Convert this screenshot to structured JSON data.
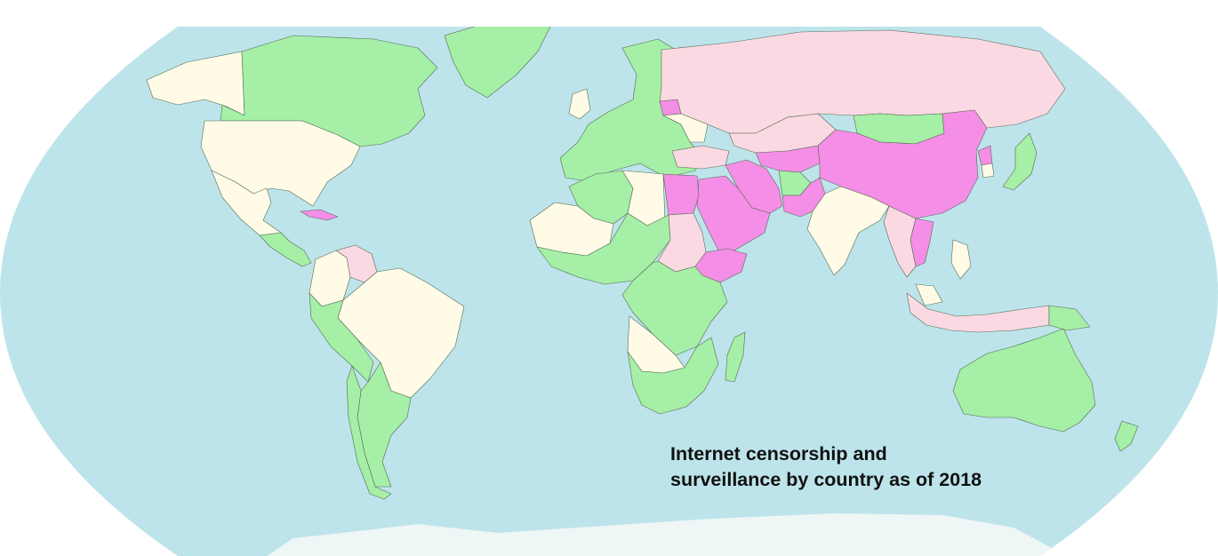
{
  "map": {
    "title_line1": "Internet censorship and",
    "title_line2": "surveillance by country as of 2018",
    "projection": "Robinson",
    "colors": {
      "ocean": "#bde4ea",
      "antarctica": "#eef6f6",
      "border": "#556b55",
      "not_classified": "#fffbe6",
      "pervasive": "#f58ee6",
      "substantial": "#fbd9e3",
      "selective": "#fffbe6",
      "little_or_none": "#a5efa6"
    },
    "regions": [
      {
        "name": "canada",
        "category": "little_or_none"
      },
      {
        "name": "alaska",
        "category": "selective"
      },
      {
        "name": "usa",
        "category": "selective"
      },
      {
        "name": "greenland",
        "category": "little_or_none"
      },
      {
        "name": "mexico",
        "category": "selective"
      },
      {
        "name": "central-america",
        "category": "little_or_none"
      },
      {
        "name": "cuba",
        "category": "pervasive"
      },
      {
        "name": "venezuela",
        "category": "substantial"
      },
      {
        "name": "colombia",
        "category": "selective"
      },
      {
        "name": "brazil",
        "category": "selective"
      },
      {
        "name": "peru",
        "category": "little_or_none"
      },
      {
        "name": "argentina",
        "category": "little_or_none"
      },
      {
        "name": "chile",
        "category": "little_or_none"
      },
      {
        "name": "europe",
        "category": "little_or_none"
      },
      {
        "name": "uk-ireland",
        "category": "selective"
      },
      {
        "name": "russia",
        "category": "substantial"
      },
      {
        "name": "belarus",
        "category": "pervasive"
      },
      {
        "name": "ukraine",
        "category": "selective"
      },
      {
        "name": "turkey",
        "category": "substantial"
      },
      {
        "name": "kazakhstan",
        "category": "substantial"
      },
      {
        "name": "central-asia",
        "category": "pervasive"
      },
      {
        "name": "mongolia",
        "category": "little_or_none"
      },
      {
        "name": "china",
        "category": "pervasive"
      },
      {
        "name": "north-korea",
        "category": "pervasive"
      },
      {
        "name": "south-korea",
        "category": "selective"
      },
      {
        "name": "japan",
        "category": "little_or_none"
      },
      {
        "name": "iran",
        "category": "pervasive"
      },
      {
        "name": "afghanistan",
        "category": "little_or_none"
      },
      {
        "name": "pakistan",
        "category": "pervasive"
      },
      {
        "name": "india",
        "category": "selective"
      },
      {
        "name": "saudi-arabia",
        "category": "pervasive"
      },
      {
        "name": "egypt",
        "category": "pervasive"
      },
      {
        "name": "myanmar-thailand",
        "category": "substantial"
      },
      {
        "name": "vietnam",
        "category": "pervasive"
      },
      {
        "name": "indonesia",
        "category": "substantial"
      },
      {
        "name": "malaysia",
        "category": "selective"
      },
      {
        "name": "philippines",
        "category": "selective"
      },
      {
        "name": "papua-new-guinea",
        "category": "little_or_none"
      },
      {
        "name": "australia",
        "category": "little_or_none"
      },
      {
        "name": "new-zealand",
        "category": "little_or_none"
      },
      {
        "name": "north-africa",
        "category": "little_or_none"
      },
      {
        "name": "libya",
        "category": "selective"
      },
      {
        "name": "mauritania-mali",
        "category": "selective"
      },
      {
        "name": "west-africa",
        "category": "little_or_none"
      },
      {
        "name": "sudan",
        "category": "substantial"
      },
      {
        "name": "ethiopia",
        "category": "pervasive"
      },
      {
        "name": "central-africa",
        "category": "little_or_none"
      },
      {
        "name": "angola-zambia",
        "category": "selective"
      },
      {
        "name": "southern-africa",
        "category": "little_or_none"
      },
      {
        "name": "madagascar",
        "category": "little_or_none"
      }
    ]
  }
}
